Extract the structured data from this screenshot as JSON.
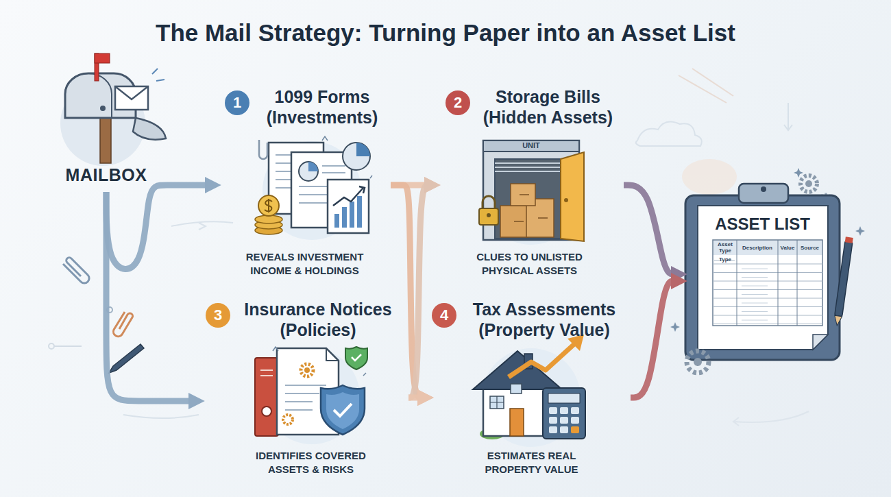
{
  "diagram": {
    "title": "The Mail Strategy: Turning Paper into an Asset List",
    "nodes": [
      {
        "text": [
          "MAILBOX"
        ]
      },
      {
        "text": [
          "1",
          "1099 Forms (Investments)",
          "REVEALS INVESTMENT INCOME & HOLDINGS"
        ]
      },
      {
        "text": [
          "2",
          "Storage Bills (Hidden Assets)",
          "CLUES TO UNLISTED PHYSICAL ASSETS"
        ]
      },
      {
        "text": [
          "3",
          "Insurance Notices (Policies)",
          "IDENTIFIES COVERED ASSETS & RISKS"
        ]
      },
      {
        "text": [
          "4",
          "Tax Assessments (Property Value)",
          "ESTIMATES REAL PROPERTY VALUE"
        ]
      },
      {
        "text": [
          "ASSET LIST"
        ]
      }
    ],
    "edges": [
      {
        "from": 0,
        "to": 1,
        "arrow": "to"
      },
      {
        "from": 0,
        "to": 3,
        "arrow": "to"
      },
      {
        "from": 1,
        "to": 2,
        "arrow": "to"
      },
      {
        "from": 1,
        "to": 4,
        "arrow": "to"
      },
      {
        "from": 3,
        "to": 2,
        "arrow": "to"
      },
      {
        "from": 3,
        "to": 4,
        "arrow": "to"
      },
      {
        "from": 2,
        "to": 5,
        "arrow": "to"
      },
      {
        "from": 4,
        "to": 5,
        "arrow": "to"
      }
    ],
    "labels": [
      "UNIT",
      "Asset Type",
      "Description",
      "Value",
      "Source",
      "Type"
    ]
  }
}
